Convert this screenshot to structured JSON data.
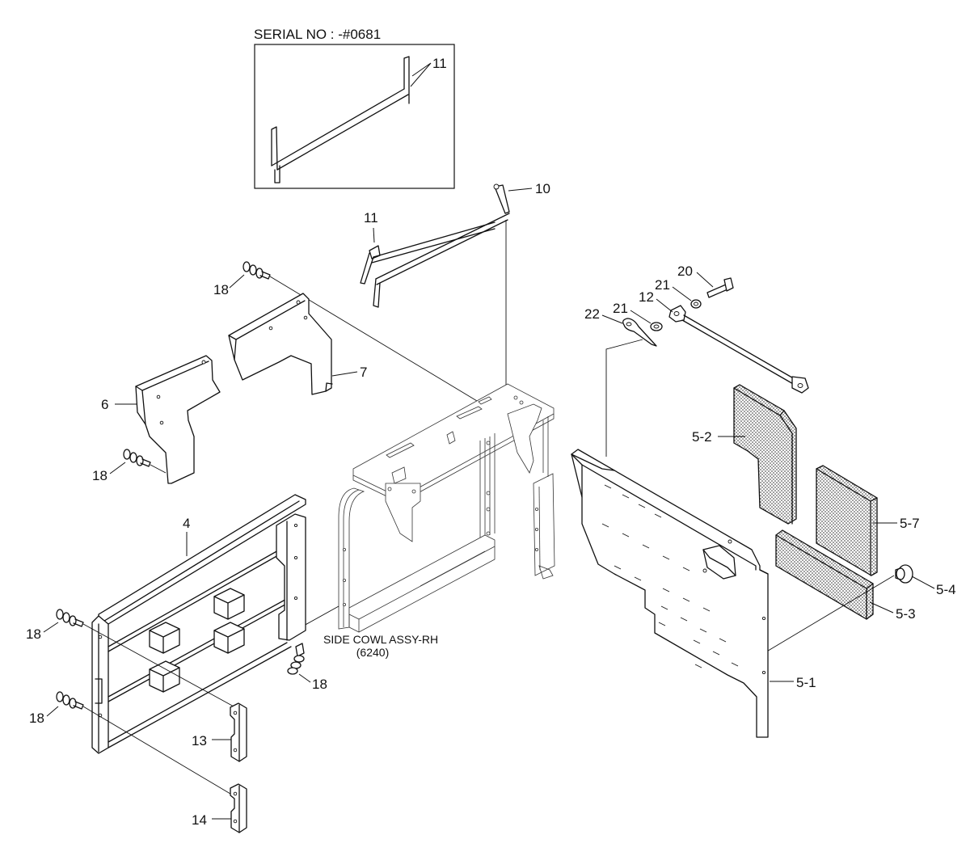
{
  "title": "SERIAL NO : -#0681",
  "assembly_label": "SIDE COWL ASSY-RH",
  "assembly_code": "(6240)",
  "callouts": {
    "inset_11": "11",
    "p10": "10",
    "p11": "11",
    "p18_top": "18",
    "p7": "7",
    "p6": "6",
    "p18_mid": "18",
    "p4": "4",
    "p18_left1": "18",
    "p18_left2": "18",
    "p18_center": "18",
    "p13": "13",
    "p14": "14",
    "p20": "20",
    "p21_a": "21",
    "p12": "12",
    "p21_b": "21",
    "p22": "22",
    "p5_2": "5-2",
    "p5_7": "5-7",
    "p5_4": "5-4",
    "p5_3": "5-3",
    "p5_1": "5-1"
  }
}
